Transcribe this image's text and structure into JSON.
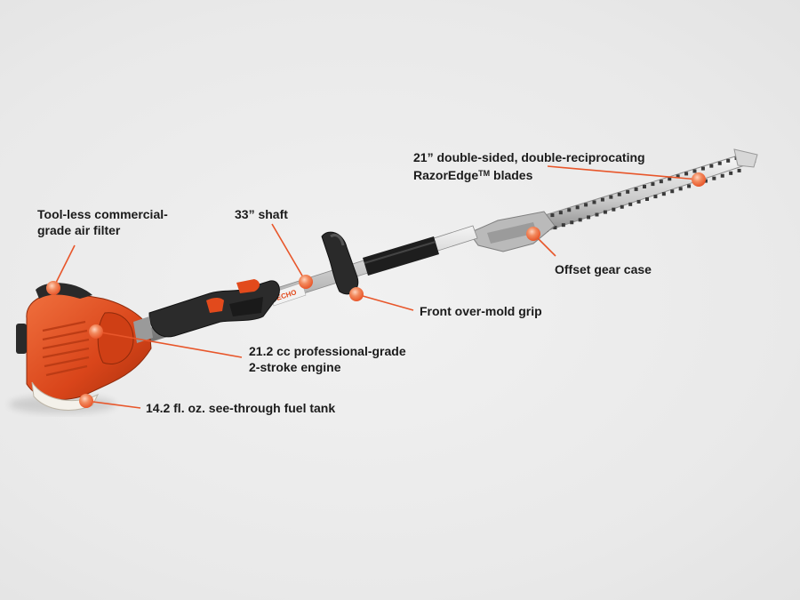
{
  "callouts": {
    "blades": {
      "line1": "21” double-sided, double-reciprocating",
      "line2": "RazorEdge",
      "line2_mark": "TM",
      "line2_suffix": " blades"
    },
    "air_filter": {
      "line1": "Tool-less commercial-",
      "line2": "grade air filter"
    },
    "shaft": {
      "line1": "33” shaft"
    },
    "gear_case": {
      "line1": "Offset gear case"
    },
    "grip": {
      "line1": "Front over-mold grip"
    },
    "engine": {
      "line1": "21.2 cc professional-grade",
      "line2": "2-stroke engine"
    },
    "fuel_tank": {
      "line1": "14.2 fl. oz. see-through fuel tank"
    }
  },
  "colors": {
    "accent": "#e8562a",
    "body_orange": "#e24a1c",
    "text": "#1b1b1b"
  }
}
